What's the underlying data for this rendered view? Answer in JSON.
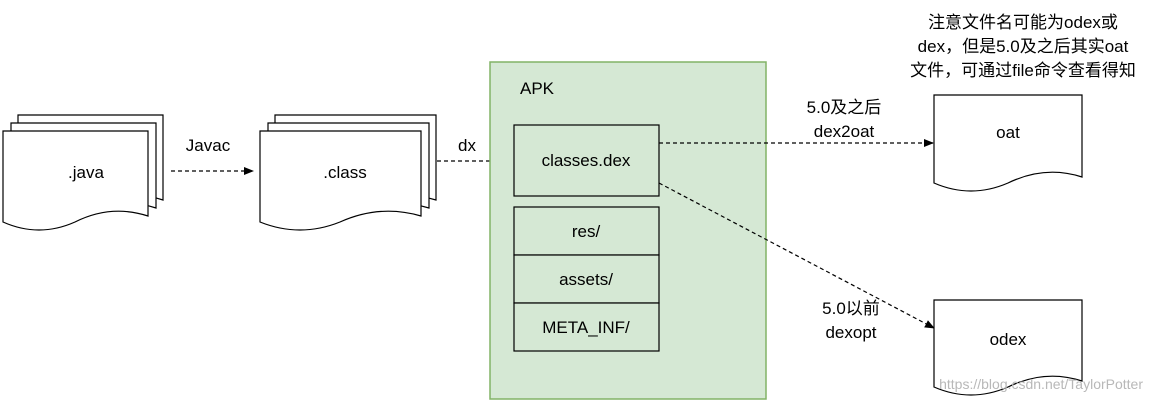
{
  "nodes": {
    "java": ".java",
    "class": ".class",
    "apk_title": "APK",
    "classes_dex": "classes.dex",
    "res": "res/",
    "assets": "assets/",
    "meta_inf": "META_INF/",
    "oat": "oat",
    "odex": "odex"
  },
  "edges": {
    "javac": "Javac",
    "dx": "dx",
    "after_5_line1": "5.0及之后",
    "after_5_line2": "dex2oat",
    "before_5_line1": "5.0以前",
    "before_5_line2": "dexopt"
  },
  "note": {
    "line1": "注意文件名可能为odex或",
    "line2": "dex，但是5.0及之后其实oat",
    "line3": "文件，可通过file命令查看得知"
  },
  "watermark": "https://blog.csdn.net/TaylorPotter",
  "colors": {
    "apk_fill": "#d5e8d4",
    "apk_stroke": "#82b366"
  }
}
